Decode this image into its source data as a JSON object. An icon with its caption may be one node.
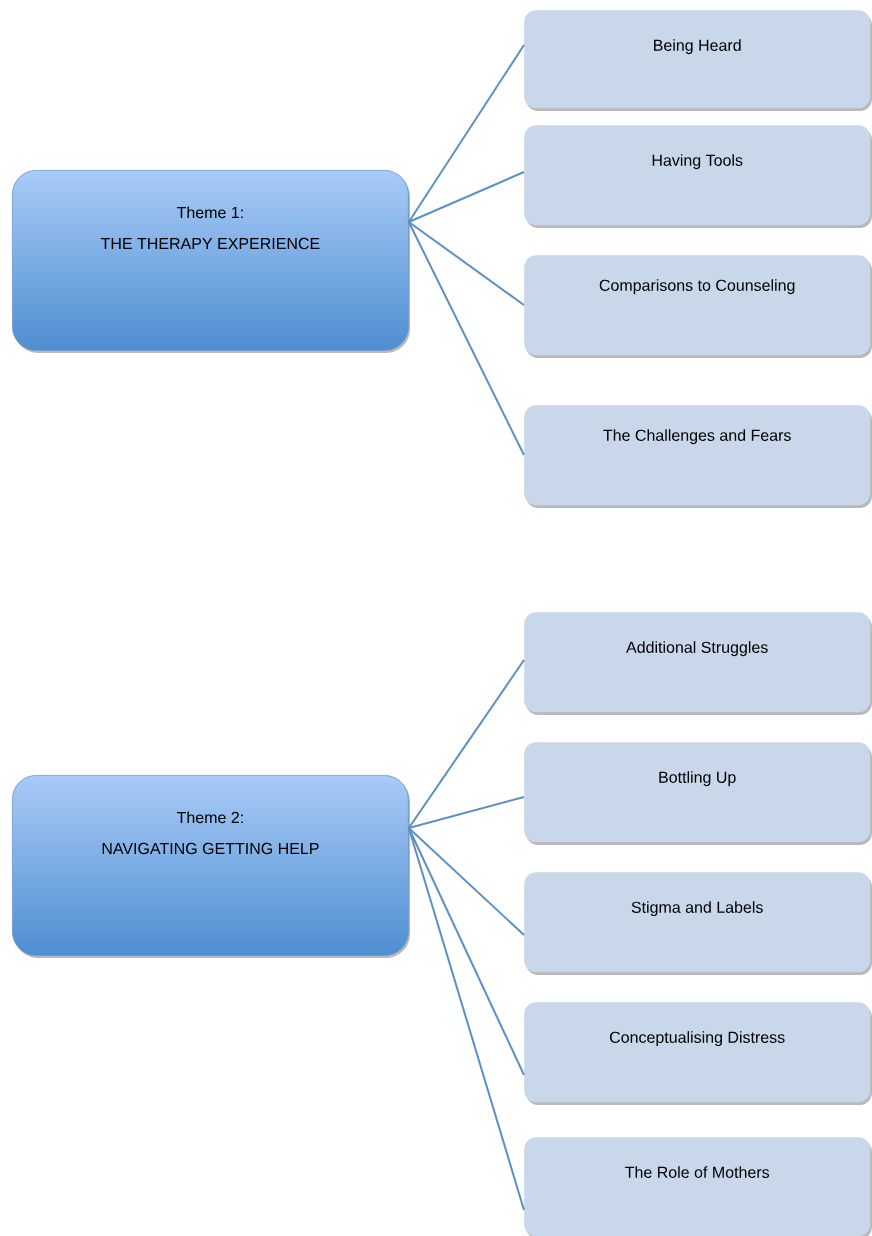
{
  "diagram": {
    "nodes": [
      {
        "text": [
          "Theme 1:",
          "THE THERAPY EXPERIENCE"
        ]
      },
      {
        "text": [
          "Being Heard"
        ]
      },
      {
        "text": [
          "Having Tools"
        ]
      },
      {
        "text": [
          "Comparisons to Counseling"
        ]
      },
      {
        "text": [
          "The Challenges and Fears"
        ]
      },
      {
        "text": [
          "Theme 2:",
          "NAVIGATING GETTING HELP"
        ]
      },
      {
        "text": [
          "Additional Struggles"
        ]
      },
      {
        "text": [
          "Bottling Up"
        ]
      },
      {
        "text": [
          "Stigma and Labels"
        ]
      },
      {
        "text": [
          "Conceptualising Distress"
        ]
      },
      {
        "text": [
          "The Role of Mothers"
        ]
      }
    ],
    "edges": [
      {
        "from": 0,
        "to": 1,
        "arrow": "none"
      },
      {
        "from": 0,
        "to": 2,
        "arrow": "none"
      },
      {
        "from": 0,
        "to": 3,
        "arrow": "none"
      },
      {
        "from": 0,
        "to": 4,
        "arrow": "none"
      },
      {
        "from": 5,
        "to": 6,
        "arrow": "none"
      },
      {
        "from": 5,
        "to": 7,
        "arrow": "none"
      },
      {
        "from": 5,
        "to": 8,
        "arrow": "none"
      },
      {
        "from": 5,
        "to": 9,
        "arrow": "none"
      },
      {
        "from": 5,
        "to": 10,
        "arrow": "none"
      }
    ]
  }
}
